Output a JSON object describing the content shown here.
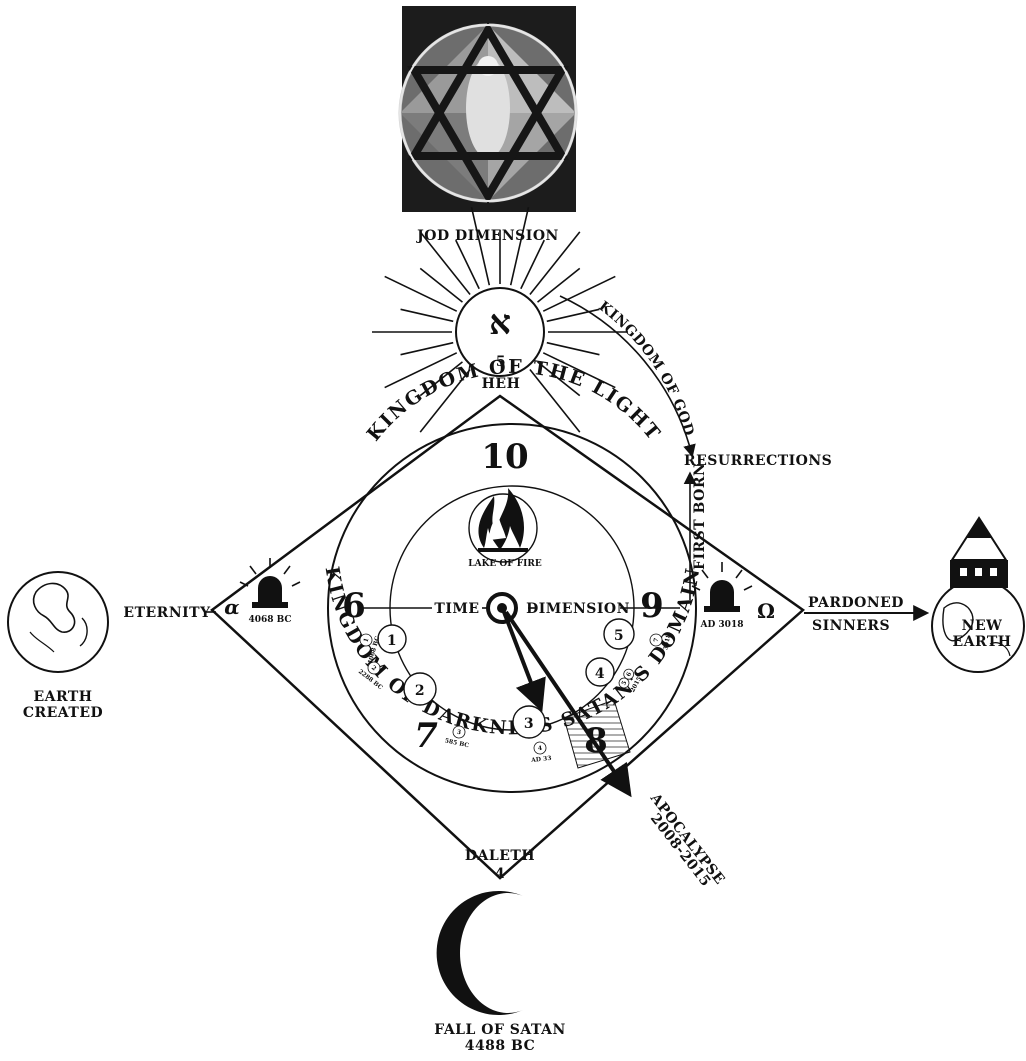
{
  "colors": {
    "ink": "#111111",
    "paper": "#ffffff",
    "window_bg": "#1c1c1c",
    "glass": "#8a8a8a"
  },
  "top": {
    "image_name": "stained-glass-star-of-david",
    "jod_label": "JOD DIMENSION",
    "heh_letter": "א",
    "heh_number": "5",
    "heh_label": "HEH"
  },
  "arcs": {
    "light": "KINGDOM OF THE LIGHT",
    "darkness": "KINGDOM OF DARKNESS SATAN'S DOMAIN",
    "kingdom_of_god": "KINGDOM OF GOD"
  },
  "center": {
    "ten": "10",
    "lake_of_fire": "LAKE OF FIRE",
    "six": "6",
    "time": "TIME",
    "dimension": "DIMENSION",
    "nine": "9",
    "seven": "7",
    "eight": "8",
    "circles": [
      "1",
      "2",
      "3",
      "4",
      "5"
    ]
  },
  "dates": {
    "left_alarm": "4068 BC",
    "right_alarm": "AD 3018",
    "alpha": "α",
    "omega": "Ω",
    "d1": "4068 BC",
    "d2": "2288 BC",
    "d3": "585 BC",
    "d4": "AD 33",
    "d5": "2015",
    "d6": "3018",
    "n1": "1",
    "n2": "2",
    "n3": "3",
    "n4": "4",
    "n5": "5",
    "n6": "6",
    "n7": "7"
  },
  "left": {
    "eternity": "ETERNITY",
    "earth_line1": "EARTH",
    "earth_line2": "CREATED"
  },
  "right": {
    "resurrections": "RESURRECTIONS",
    "first_born": "FIRST BORN",
    "pardoned": "PARDONED",
    "sinners": "SINNERS",
    "new_earth_line1": "NEW",
    "new_earth_line2": "EARTH",
    "apocalypse": "APOCALYPSE",
    "apocalypse_years": "2008-2015"
  },
  "bottom": {
    "daleth": "DALETH",
    "daleth_number": "4",
    "fall_line1": "FALL OF SATAN",
    "fall_line2": "4488 BC"
  }
}
